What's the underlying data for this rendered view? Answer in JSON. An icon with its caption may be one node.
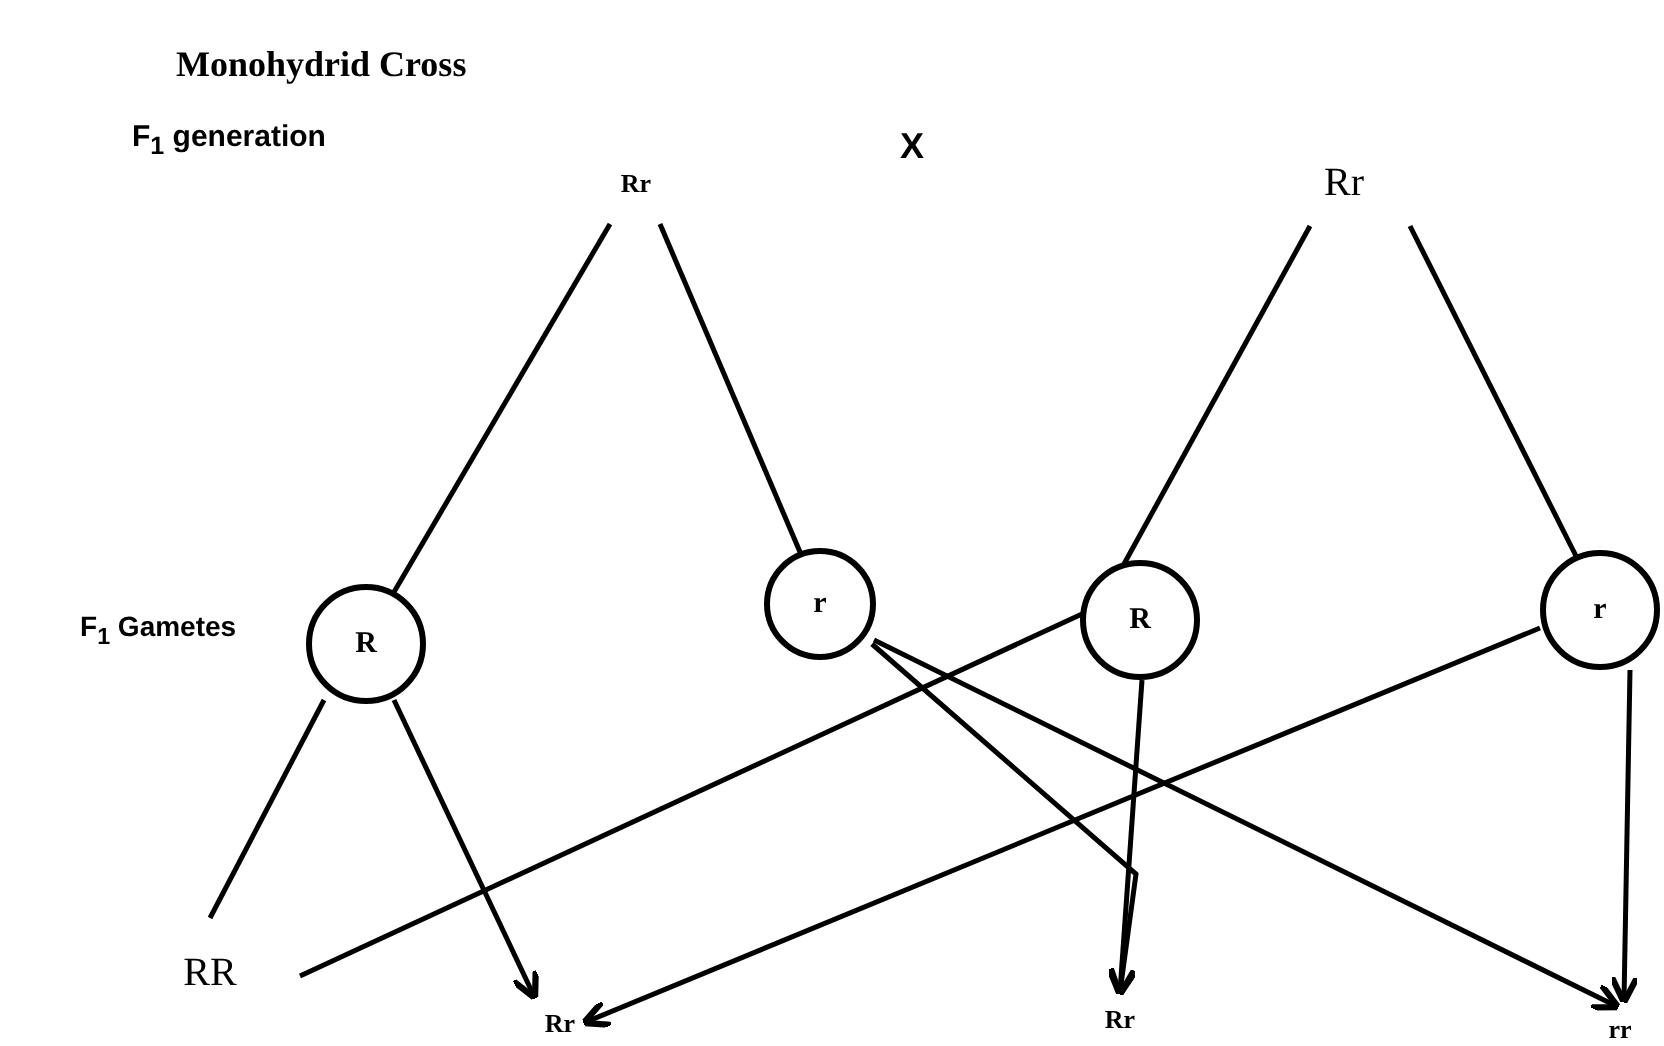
{
  "diagram": {
    "title": "Monohydrid Cross",
    "nodes": [
      {
        "text": [
          "Rr"
        ]
      },
      {
        "text": [
          "Rr"
        ]
      },
      {
        "text": [
          "R"
        ]
      },
      {
        "text": [
          "r"
        ]
      },
      {
        "text": [
          "R"
        ]
      },
      {
        "text": [
          "r"
        ]
      },
      {
        "text": [
          "RR"
        ]
      },
      {
        "text": [
          "Rr"
        ]
      },
      {
        "text": [
          "Rr"
        ]
      },
      {
        "text": [
          "rr"
        ]
      }
    ],
    "edges": [
      {
        "from": 0,
        "to": 2,
        "arrow": "none"
      },
      {
        "from": 0,
        "to": 3,
        "arrow": "none"
      },
      {
        "from": 1,
        "to": 4,
        "arrow": "none"
      },
      {
        "from": 1,
        "to": 5,
        "arrow": "none"
      },
      {
        "from": 2,
        "to": 6,
        "arrow": "none"
      },
      {
        "from": 2,
        "to": 7,
        "arrow": "to"
      },
      {
        "from": 4,
        "to": 6,
        "arrow": "none"
      },
      {
        "from": 5,
        "to": 7,
        "arrow": "to"
      },
      {
        "from": 3,
        "to": 8,
        "arrow": "to"
      },
      {
        "from": 4,
        "to": 8,
        "arrow": "to"
      },
      {
        "from": 3,
        "to": 9,
        "arrow": "to"
      },
      {
        "from": 5,
        "to": 9,
        "arrow": "to"
      }
    ],
    "labels": [
      "F$_{1}$ generation",
      "X",
      "F$_{1}$ Gametes"
    ]
  }
}
